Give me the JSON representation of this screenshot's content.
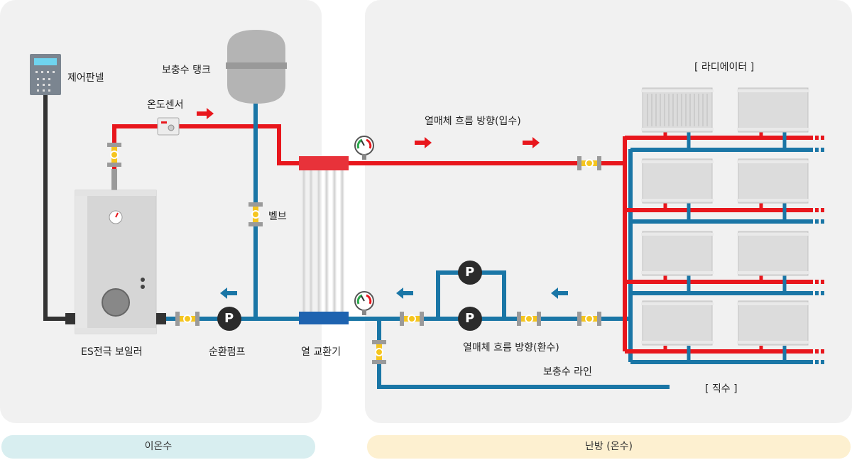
{
  "zones": {
    "left": "이온수",
    "right": "난방 (온수)"
  },
  "labels": {
    "control_panel": "제어판넬",
    "expansion_tank": "보충수 탱크",
    "temp_sensor": "온도센서",
    "valve": "벨브",
    "boiler": "ES전극 보일러",
    "circ_pump": "순환펌프",
    "heat_exchanger": "열 교환기",
    "flow_supply": "열매체 흐름 방향(입수)",
    "flow_return": "열매체 흐름 방향(환수)",
    "makeup_line": "보충수 라인",
    "radiator": "[ 라디에이터 ]",
    "direct_water": "[ 직수 ]"
  },
  "pump_symbol": "P",
  "colors": {
    "supply": "#e8161c",
    "return": "#1a76a6",
    "pipe_dark": "#333333",
    "valve": "#f5c51e",
    "panel_bg": "#f1f1f1",
    "left_pill": "#d8eef0",
    "right_pill": "#fdf0d0"
  },
  "icons": [
    "control-panel-icon",
    "expansion-tank-icon",
    "temp-sensor-icon",
    "boiler-icon",
    "pump-icon",
    "heat-exchanger-icon",
    "pressure-gauge-icon",
    "valve-icon",
    "radiator-icon",
    "flow-arrow-icon"
  ]
}
